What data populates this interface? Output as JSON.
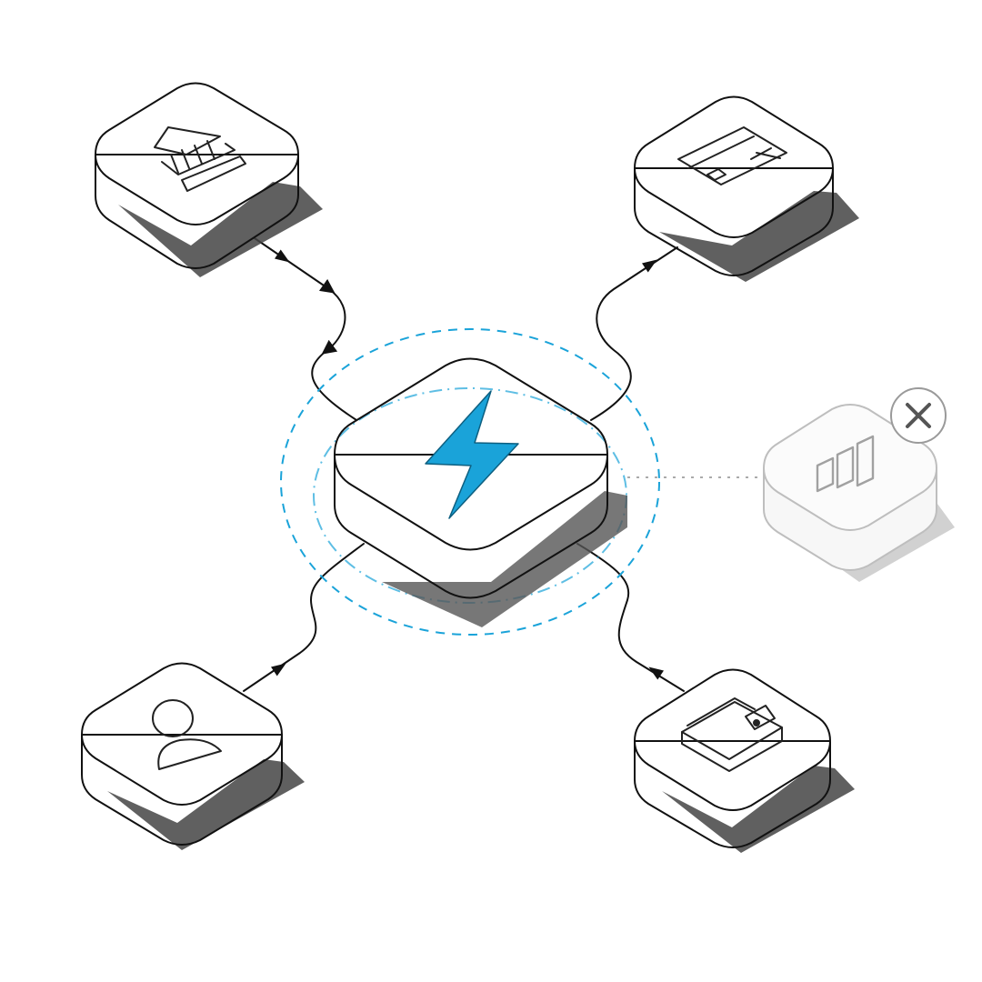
{
  "diagram": {
    "colors": {
      "background": "#ffffff",
      "node_top": "#ffffff",
      "node_side": "#eeeeee",
      "outline": "#111111",
      "shadow": "#444444",
      "accent": "#1aa3d9",
      "disabled_outline": "#9a9a9a"
    },
    "hub": {
      "icon": "lightning-bolt-icon",
      "status": "active"
    },
    "nodes": [
      {
        "id": "bank",
        "icon": "bank-icon",
        "status": "connected",
        "flow": "inbound"
      },
      {
        "id": "card",
        "icon": "credit-card-icon",
        "status": "connected",
        "flow": "outbound"
      },
      {
        "id": "analytics",
        "icon": "bar-chart-icon",
        "status": "disconnected",
        "flow": "none",
        "badge_icon": "close-icon"
      },
      {
        "id": "user",
        "icon": "user-icon",
        "status": "connected",
        "flow": "inbound"
      },
      {
        "id": "wallet",
        "icon": "wallet-icon",
        "status": "connected",
        "flow": "outbound"
      }
    ]
  }
}
